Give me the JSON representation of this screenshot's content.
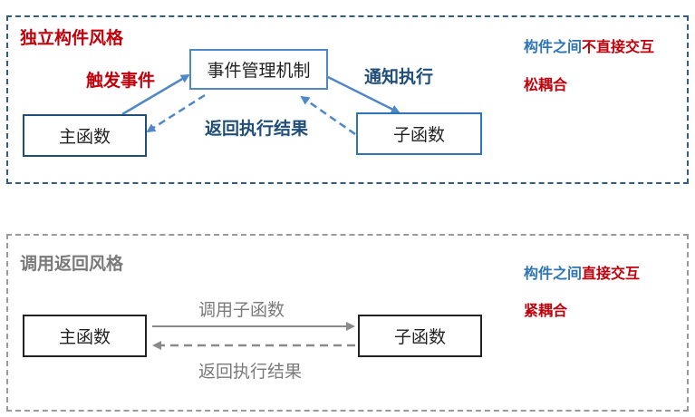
{
  "top": {
    "title": "独立构件风格",
    "note_a": "构件之间",
    "note_b": "不直接交互",
    "coupling": "松耦合",
    "main_box": "主函数",
    "center_box": "事件管理机制",
    "sub_box": "子函数",
    "trigger_label": "触发事件",
    "notify_label": "通知执行",
    "return_label": "返回执行结果"
  },
  "bottom": {
    "title": "调用返回风格",
    "note_a": "构件之间",
    "note_b": "直接交互",
    "coupling": "紧耦合",
    "main_box": "主函数",
    "sub_box": "子函数",
    "call_label": "调用子函数",
    "return_label": "返回执行结果"
  },
  "colors": {
    "top_border": "#2f5d8a",
    "bottom_border": "#9a9a9a",
    "accent_red": "#c0000b",
    "accent_blue": "#2e75b6",
    "arrow_blue": "#4f88c6",
    "dark_blue": "#1f4e79",
    "gray_arrow": "#8a8a8a",
    "gray_text": "#7a7a7a"
  }
}
